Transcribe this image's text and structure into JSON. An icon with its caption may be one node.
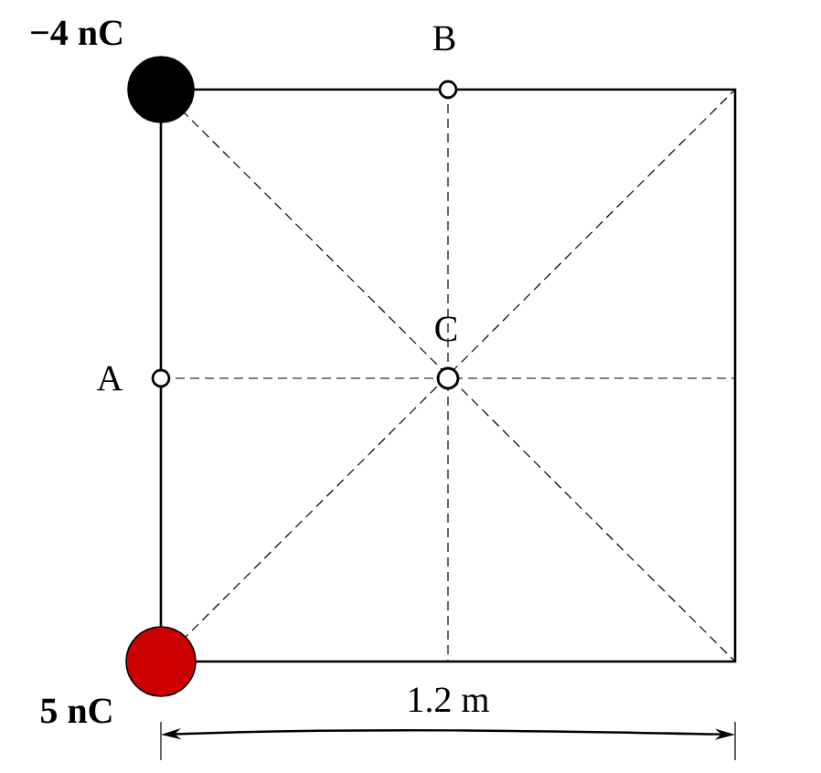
{
  "diagram": {
    "nodes": [
      {
        "text": [],
        "shape": "circle",
        "beside": [
          "−4 nC"
        ]
      },
      {
        "text": [],
        "shape": "circle",
        "beside": [
          "5 nC"
        ]
      },
      {
        "text": [],
        "shape": "circle",
        "beside": [
          "A"
        ]
      },
      {
        "text": [],
        "shape": "circle",
        "beside": [
          "B"
        ]
      },
      {
        "text": [],
        "shape": "circle",
        "beside": [
          "C"
        ]
      }
    ],
    "labels": [
      "1.2 m"
    ]
  }
}
